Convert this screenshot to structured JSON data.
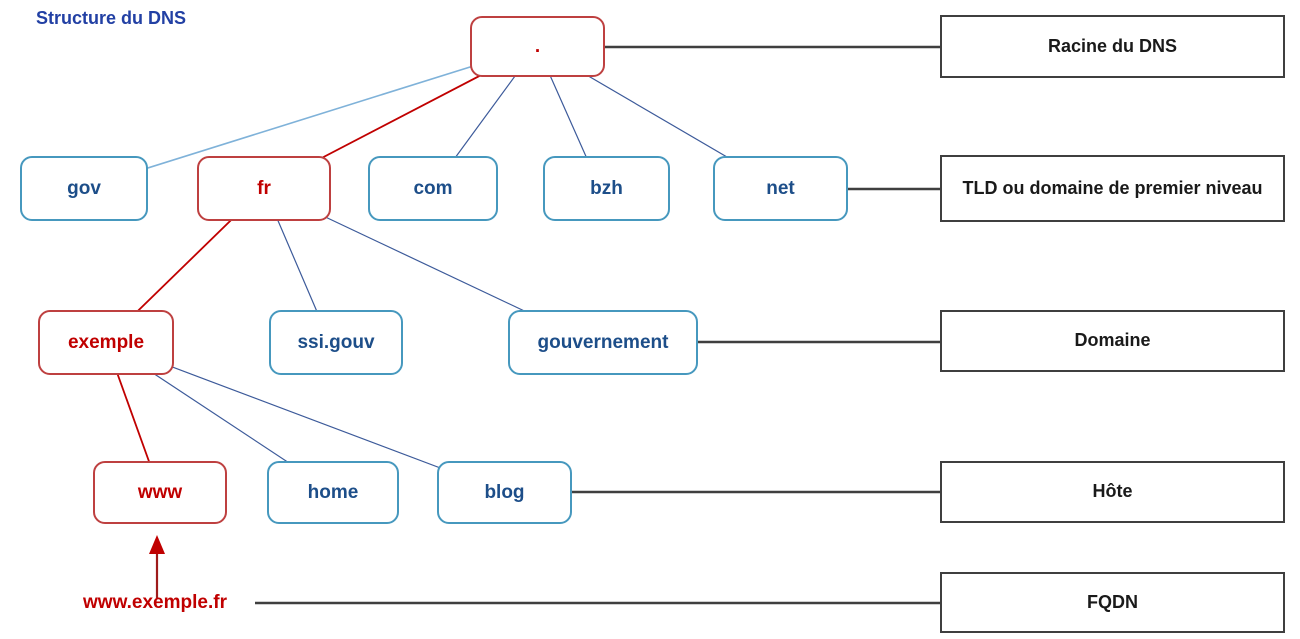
{
  "title": "Structure du DNS",
  "colors": {
    "accent_red": "#C00000",
    "red_border": "#BE4040",
    "navy_text": "#1D4E89",
    "title_blue": "#2240A4",
    "border_blue": "#4698BE",
    "edge_blue": "#3C5A9A",
    "edge_light": "#7FB2D9",
    "border_gray": "#3F3F3F",
    "label_text": "#1A1A1A"
  },
  "tree": {
    "root": {
      "label": ".",
      "highlight": true
    },
    "tld": [
      {
        "label": "gov",
        "highlight": false
      },
      {
        "label": "fr",
        "highlight": true
      },
      {
        "label": "com",
        "highlight": false
      },
      {
        "label": "bzh",
        "highlight": false
      },
      {
        "label": "net",
        "highlight": false
      }
    ],
    "domains": [
      {
        "label": "exemple",
        "highlight": true
      },
      {
        "label": "ssi.gouv",
        "highlight": false
      },
      {
        "label": "gouvernement",
        "highlight": false
      }
    ],
    "hosts": [
      {
        "label": "www",
        "highlight": true
      },
      {
        "label": "home",
        "highlight": false
      },
      {
        "label": "blog",
        "highlight": false
      }
    ],
    "fqdn": "www.exemple.fr"
  },
  "side_labels": [
    {
      "label": "Racine du DNS"
    },
    {
      "label": "TLD ou domaine de premier niveau"
    },
    {
      "label": "Domaine"
    },
    {
      "label": "Hôte"
    },
    {
      "label": "FQDN"
    }
  ]
}
